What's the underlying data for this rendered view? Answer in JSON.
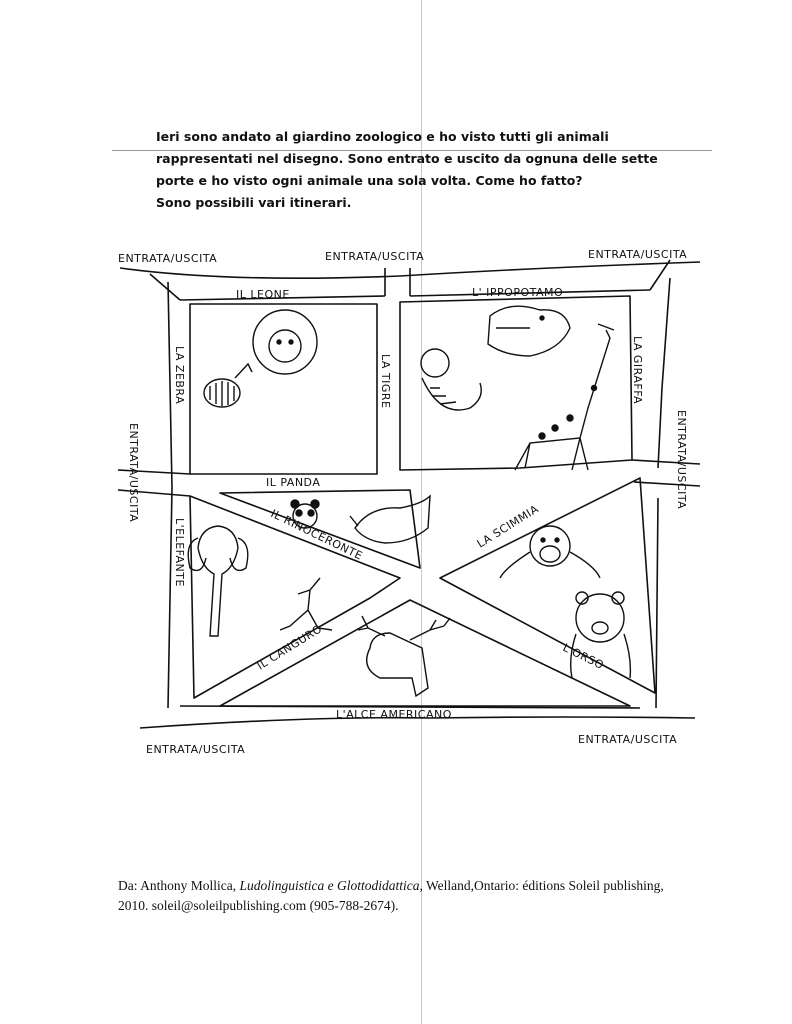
{
  "intro": {
    "line1": "Ieri sono andato al giardino zoologico e ho visto tutti gli animali",
    "line2": "rappresentati nel disegno. Sono entrato e uscito da ognuna delle sette",
    "line3": "porte e ho visto ogni animale una sola volta. Come ho fatto?",
    "line4": "Sono possibili vari itinerari."
  },
  "map": {
    "gates": {
      "top_left": "ENTRATA/USCITA",
      "top_center": "ENTRATA/USCITA",
      "top_right": "ENTRATA/USCITA",
      "left": "ENTRATA/USCITA",
      "right": "ENTRATA/USCITA",
      "bottom_left": "ENTRATA/USCITA",
      "bottom_right": "ENTRATA/USCITA"
    },
    "paths": {
      "leone": "IL LEONE",
      "ippopotamo": "L' IPPOPOTAMO",
      "zebra": "LA ZEBRA",
      "tigre": "LA TIGRE",
      "giraffa": "LA GIRAFFA",
      "panda": "IL PANDA",
      "rinoceronte": "IL RINOCERONTE",
      "scimmia": "LA SCIMMIA",
      "elefante": "L'ELEFANTE",
      "canguro": "IL CANGURO",
      "orso": "L'ORSO",
      "alce": "L'ALCE AMERICANO"
    }
  },
  "credit": {
    "prefix": "Da: Anthony Mollica, ",
    "book": "Ludolinguistica e Glottodidattica",
    "rest1": ", Welland,Ontario: éditions Soleil publishing,",
    "line2": "2010. soleil@soleilpublishing.com  (905-788-2674)."
  }
}
